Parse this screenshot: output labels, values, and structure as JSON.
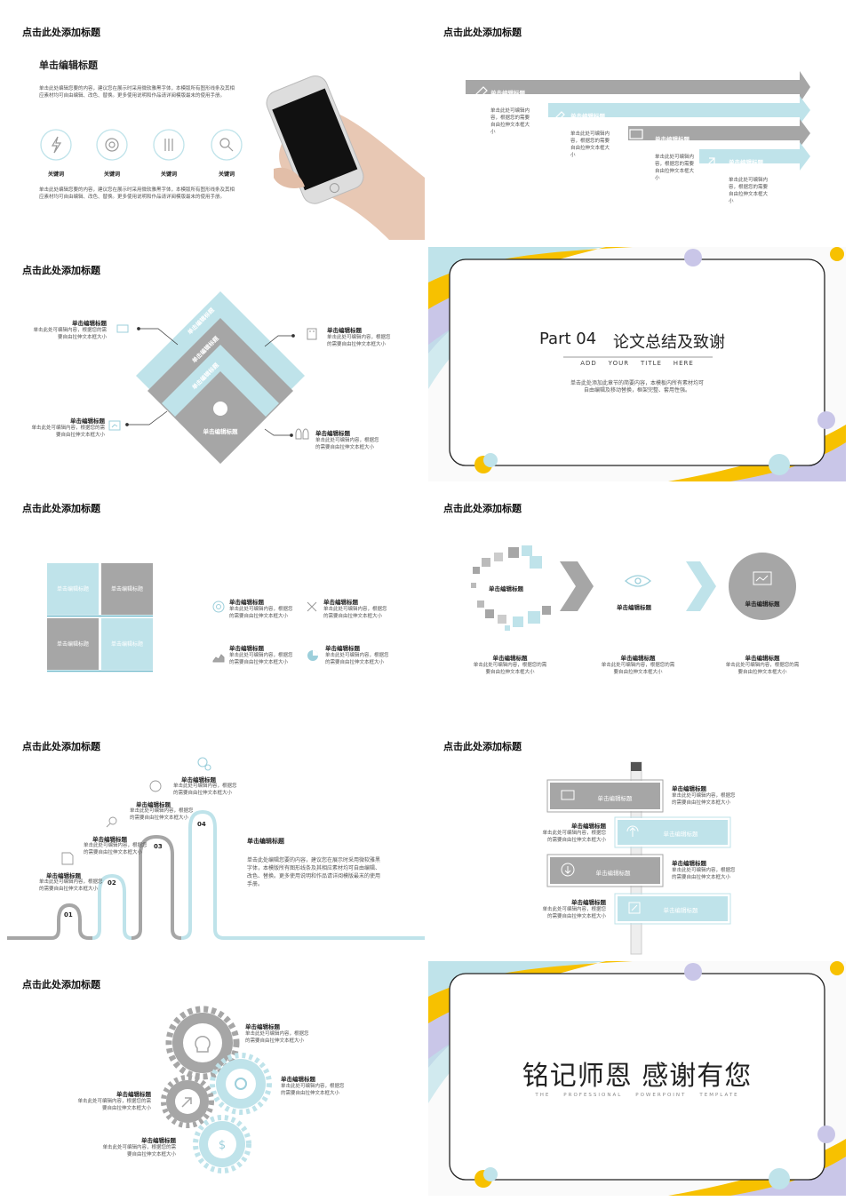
{
  "common": {
    "slide_title": "点击此处添加标题",
    "edit_title": "单击编辑标题",
    "desc_short": "单击此处可编辑内容，根据您的需要自由拉伸文本框大小",
    "desc_a": "单击此处可编辑内容，根据您的需",
    "desc_b": "要自由拉伸文本框大小",
    "desc_c": "单击此处可编辑内容，根据您",
    "desc_d": "的需要自由拉伸文本框大小"
  },
  "s1": {
    "heading": "单击编辑标题",
    "para1": "单击此处编辑您要的内容，建议您在展示时采用微软雅黑字体，本模版所有图形线条及其相应素材均可自由编辑、改色、替换。更多使用说明和作品请详阅模版最末的使用手册。",
    "para2": "单击此处编辑您要的内容，建议您在展示时采用微软雅黑字体，本模版所有图形线条及其相应素材均可自由编辑、改色、替换。更多使用说明和作品请详阅模版最末的使用手册。",
    "keywords": [
      "关键词",
      "关键词",
      "关键词",
      "关键词"
    ]
  },
  "s2": {
    "labels": [
      "单击编辑标题",
      "单击编辑标题",
      "单击编辑标题",
      "单击编辑标题"
    ],
    "descs": [
      "单击此处可编辑内容，根据您的需要自由拉伸文本框大小",
      "单击此处可编辑内容，根据您的需要自由拉伸文本框大小",
      "单击此处可编辑内容，根据您的需要自由拉伸文本框大小",
      "单击此处可编辑内容，根据您的需要自由拉伸文本框大小"
    ]
  },
  "s3": {
    "band_labels": [
      "单击编辑标题",
      "单击编辑标题",
      "单击编辑标题",
      "单击编辑标题"
    ]
  },
  "s4": {
    "part": "Part 04",
    "title": "论文总结及致谢",
    "subtitle": "ADD    YOUR    TITLE    HERE",
    "desc1": "单击此处添加此章节的简要内容，本模板内所有素材均可",
    "desc2": "自由编辑及移动替换，框架完整、套用性强。"
  },
  "s5": {
    "tiles": [
      "单击编辑标题",
      "单击编辑标题",
      "单击编辑标题",
      "单击编辑标题"
    ]
  },
  "s6": {
    "circle_label": "单击编辑标题",
    "items": [
      "单击编辑标题",
      "单击编辑标题",
      "单击编辑标题"
    ]
  },
  "s7": {
    "numbers": [
      "01",
      "02",
      "03",
      "04"
    ],
    "side_title": "单击编辑标题",
    "side_text": "单击此处编辑您要的内容，建议您在展示时采用微软雅黑字体，本模版所有图形线条及其相应素材均可自由编辑、改色、替换。更多使用说明和作品请详阅模版最末的使用手册。"
  },
  "s8": {
    "signs": [
      "单击编辑标题",
      "单击编辑标题",
      "单击编辑标题",
      "单击编辑标题"
    ]
  },
  "s10": {
    "title": "铭记师恩 感谢有您",
    "subtitle": "THE    PROFESSIONAL    POWERPOINT    TEMPLATE"
  },
  "colors": {
    "gray": "#a6a6a6",
    "blue": "#bfe3ea",
    "yellow": "#f7c100",
    "lavender": "#c9c6e8"
  }
}
